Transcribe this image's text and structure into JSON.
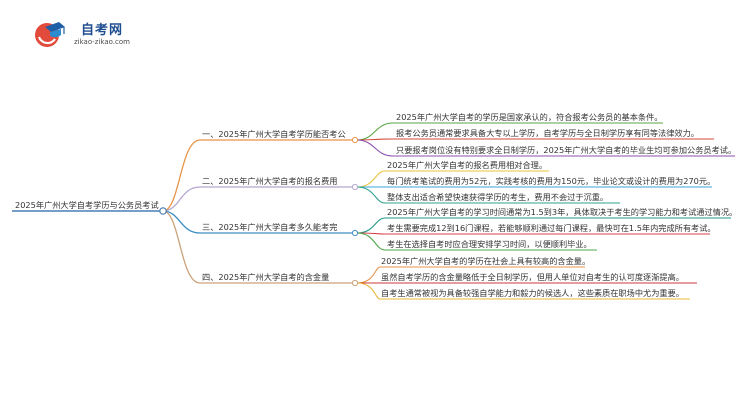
{
  "logo": {
    "title": "自考网",
    "domain": "zikao-zikao.com"
  },
  "root": "2025年广州大学自考学历与公务员考试",
  "branches": [
    {
      "label": "一、2025年广州大学自考学历能否考公",
      "color": "#e8944a",
      "leaves": [
        "2025年广州大学自考的学历是国家承认的，符合报考公务员的基本条件。",
        "报考公务员通常要求具备大专以上学历，自考学历与全日制学历享有同等法律效力。",
        "只要报考岗位没有特别要求全日制学历，2025年广州大学自考的毕业生均可参加公务员考试。"
      ],
      "leaf_colors": [
        "#5aa646",
        "#d44a3d",
        "#8b4fb0"
      ]
    },
    {
      "label": "二、2025年广州大学自考的报名费用",
      "color": "#b5a8d0",
      "leaves": [
        "2025年广州大学自考的报名费用相对合理。",
        "每门统考笔试的费用为52元，实践考核的费用为150元，毕业论文或设计的费用为270元。",
        "整体支出适合希望快速获得学历的考生，费用不会过于沉重。"
      ],
      "leaf_colors": [
        "#e6c63a",
        "#3aa5d8",
        "#2ea38b"
      ]
    },
    {
      "label": "三、2025年广州大学自考多久能考完",
      "color": "#3d8fc4",
      "leaves": [
        "2025年广州大学自考的学习时间通常为1.5到3年，具体取决于考生的学习能力和考试通过情况。",
        "考生需要完成12到16门课程，若能够顺利通过每门课程，最快可在1.5年内完成所有考试。",
        "考生在选择自考时应合理安排学习时间，以便顺利毕业。"
      ],
      "leaf_colors": [
        "#1f9a8a",
        "#d4424a",
        "#4fa84a"
      ]
    },
    {
      "label": "四、2025年广州大学自考的含金量",
      "color": "#c9a27a",
      "leaves": [
        "2025年广州大学自考的学历在社会上具有较高的含金量。",
        "虽然自考学历的含金量略低于全日制学历，但用人单位对自考生的认可度逐渐提高。",
        "自考生通常被视为具备较强自学能力和毅力的候选人，这些素质在职场中尤为重要。"
      ],
      "leaf_colors": [
        "#e8944a",
        "#c93a3a",
        "#e8b83a"
      ]
    }
  ]
}
